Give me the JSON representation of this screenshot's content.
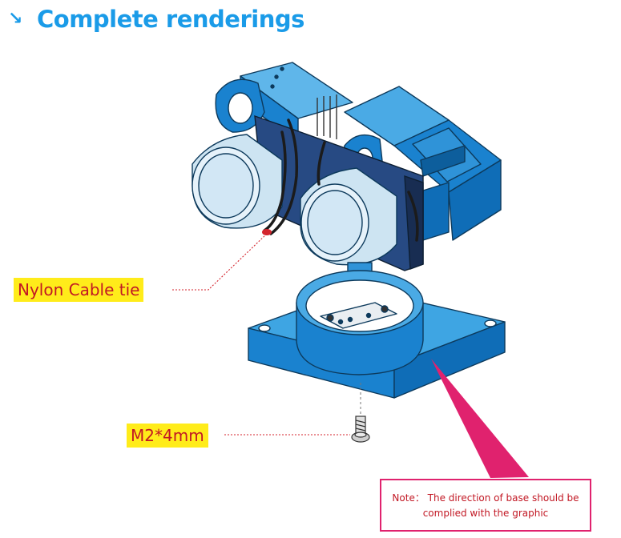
{
  "header": {
    "arrow_icon": "arrow-down-right-icon",
    "title": "Complete renderings",
    "accent_color": "#1a9be8"
  },
  "callouts": {
    "nylon_label": "Nylon Cable tie",
    "screw_label": "M2*4mm",
    "label_background": "#ffec1a",
    "label_text_color": "#c21824"
  },
  "note": {
    "line1": "Note： The direction of base should be",
    "line2": "complied with the graphic",
    "border_color": "#e0226e"
  }
}
